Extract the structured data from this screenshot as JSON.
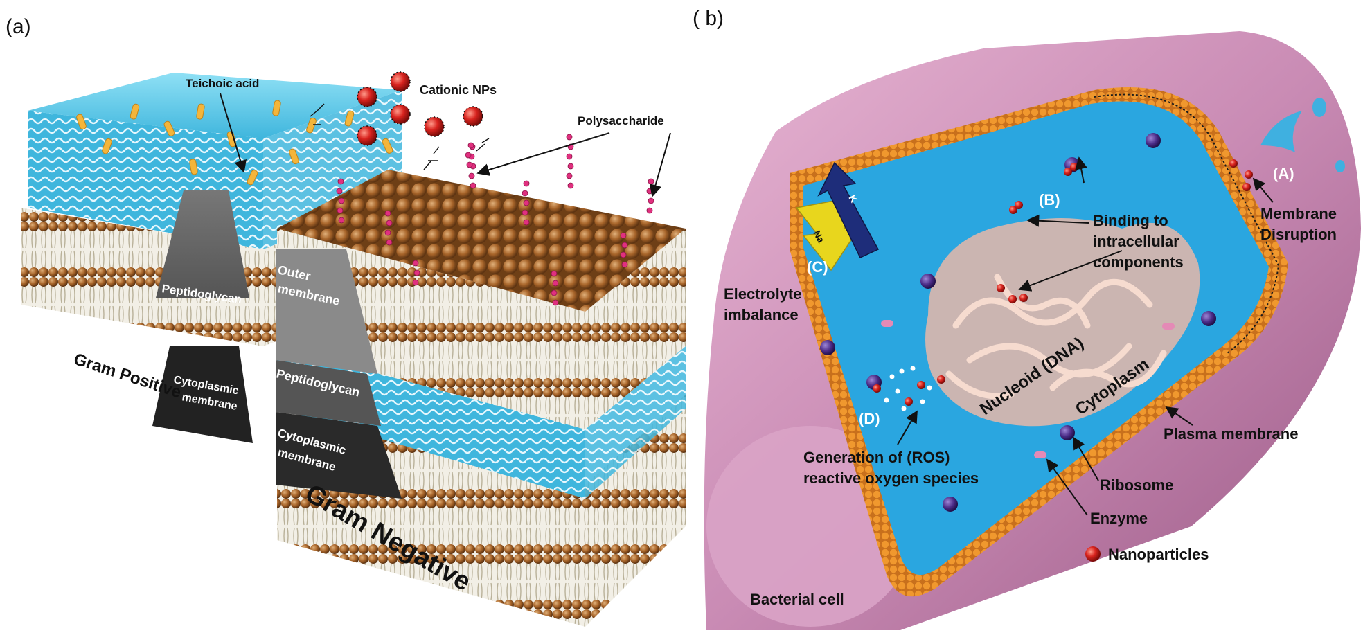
{
  "panel_a": {
    "tag": "(a)",
    "labels": {
      "teichoic_acid": "Teichoic acid",
      "cationic_nps": "Cationic NPs",
      "polysaccharide": "Polysaccharide",
      "gp_peptidoglycan": "Peptidoglycan",
      "gp_cytoplasmic_1": "Cytoplasmic",
      "gp_cytoplasmic_2": "membrane",
      "gram_positive": "Gram Positive",
      "outer_1": "Outer",
      "outer_2": "membrane",
      "gn_peptidoglycan": "Peptidoglycan",
      "gn_cytoplasmic_1": "Cytoplasmic",
      "gn_cytoplasmic_2": "membrane",
      "gram_negative": "Gram Negative"
    }
  },
  "panel_b": {
    "tag": "( b)",
    "labels": {
      "a_tag": "(A)",
      "membrane_1": "Membrane",
      "membrane_2": "Disruption",
      "b_tag": "(B)",
      "binding_1": "Binding to",
      "binding_2": "intracellular",
      "binding_3": "components",
      "c_tag": "(C)",
      "electrolyte_1": "Electrolyte",
      "electrolyte_2": "imbalance",
      "na": "Na",
      "k": "K",
      "nucleoid": "Nucleoid (DNA)",
      "cytoplasm": "Cytoplasm",
      "d_tag": "(D)",
      "ros_1": "Generation of (ROS)",
      "ros_2": "reactive oxygen species",
      "plasma_membrane": "Plasma membrane",
      "ribosome": "Ribosome",
      "enzyme": "Enzyme",
      "nanoparticles": "Nanoparticles",
      "bacterial_cell": "Bacterial cell"
    }
  },
  "colors": {
    "cyan_block": "#3fb6dd",
    "lipid_head": "#a8652a",
    "cell_pink": "#c98bb4",
    "cytoplasm_blue": "#2aa6e0",
    "nucleoid": "#e8b7a8",
    "nanoparticle_red": "#d8231e",
    "ribosome_purple": "#4a2b86",
    "na_arrow": "#e8d61d",
    "k_arrow": "#1e2d7a"
  }
}
